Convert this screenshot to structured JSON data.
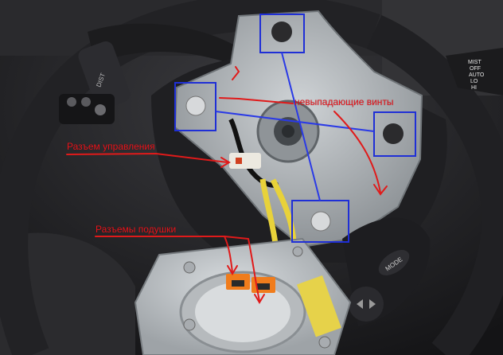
{
  "annotations": {
    "screws_label": "невыпадающие винты",
    "control_connector_label": "Разъем управления",
    "airbag_connectors_label": "Разъемы подушки"
  },
  "button_text": {
    "mode": "MODE",
    "dist": "DIST"
  },
  "stalk_labels": {
    "mist": "MIST",
    "off": "OFF",
    "auto": "AUTO",
    "lo": "LO",
    "hi": "HI"
  },
  "colors": {
    "annotation_text": "#e8141b",
    "highlight_box": "#1f2fd6",
    "leader_line_blue": "#2a3ae6",
    "leader_line_red": "#e01a1a",
    "wire_yellow": "#e8d23a",
    "connector_orange": "#f07c1c"
  }
}
